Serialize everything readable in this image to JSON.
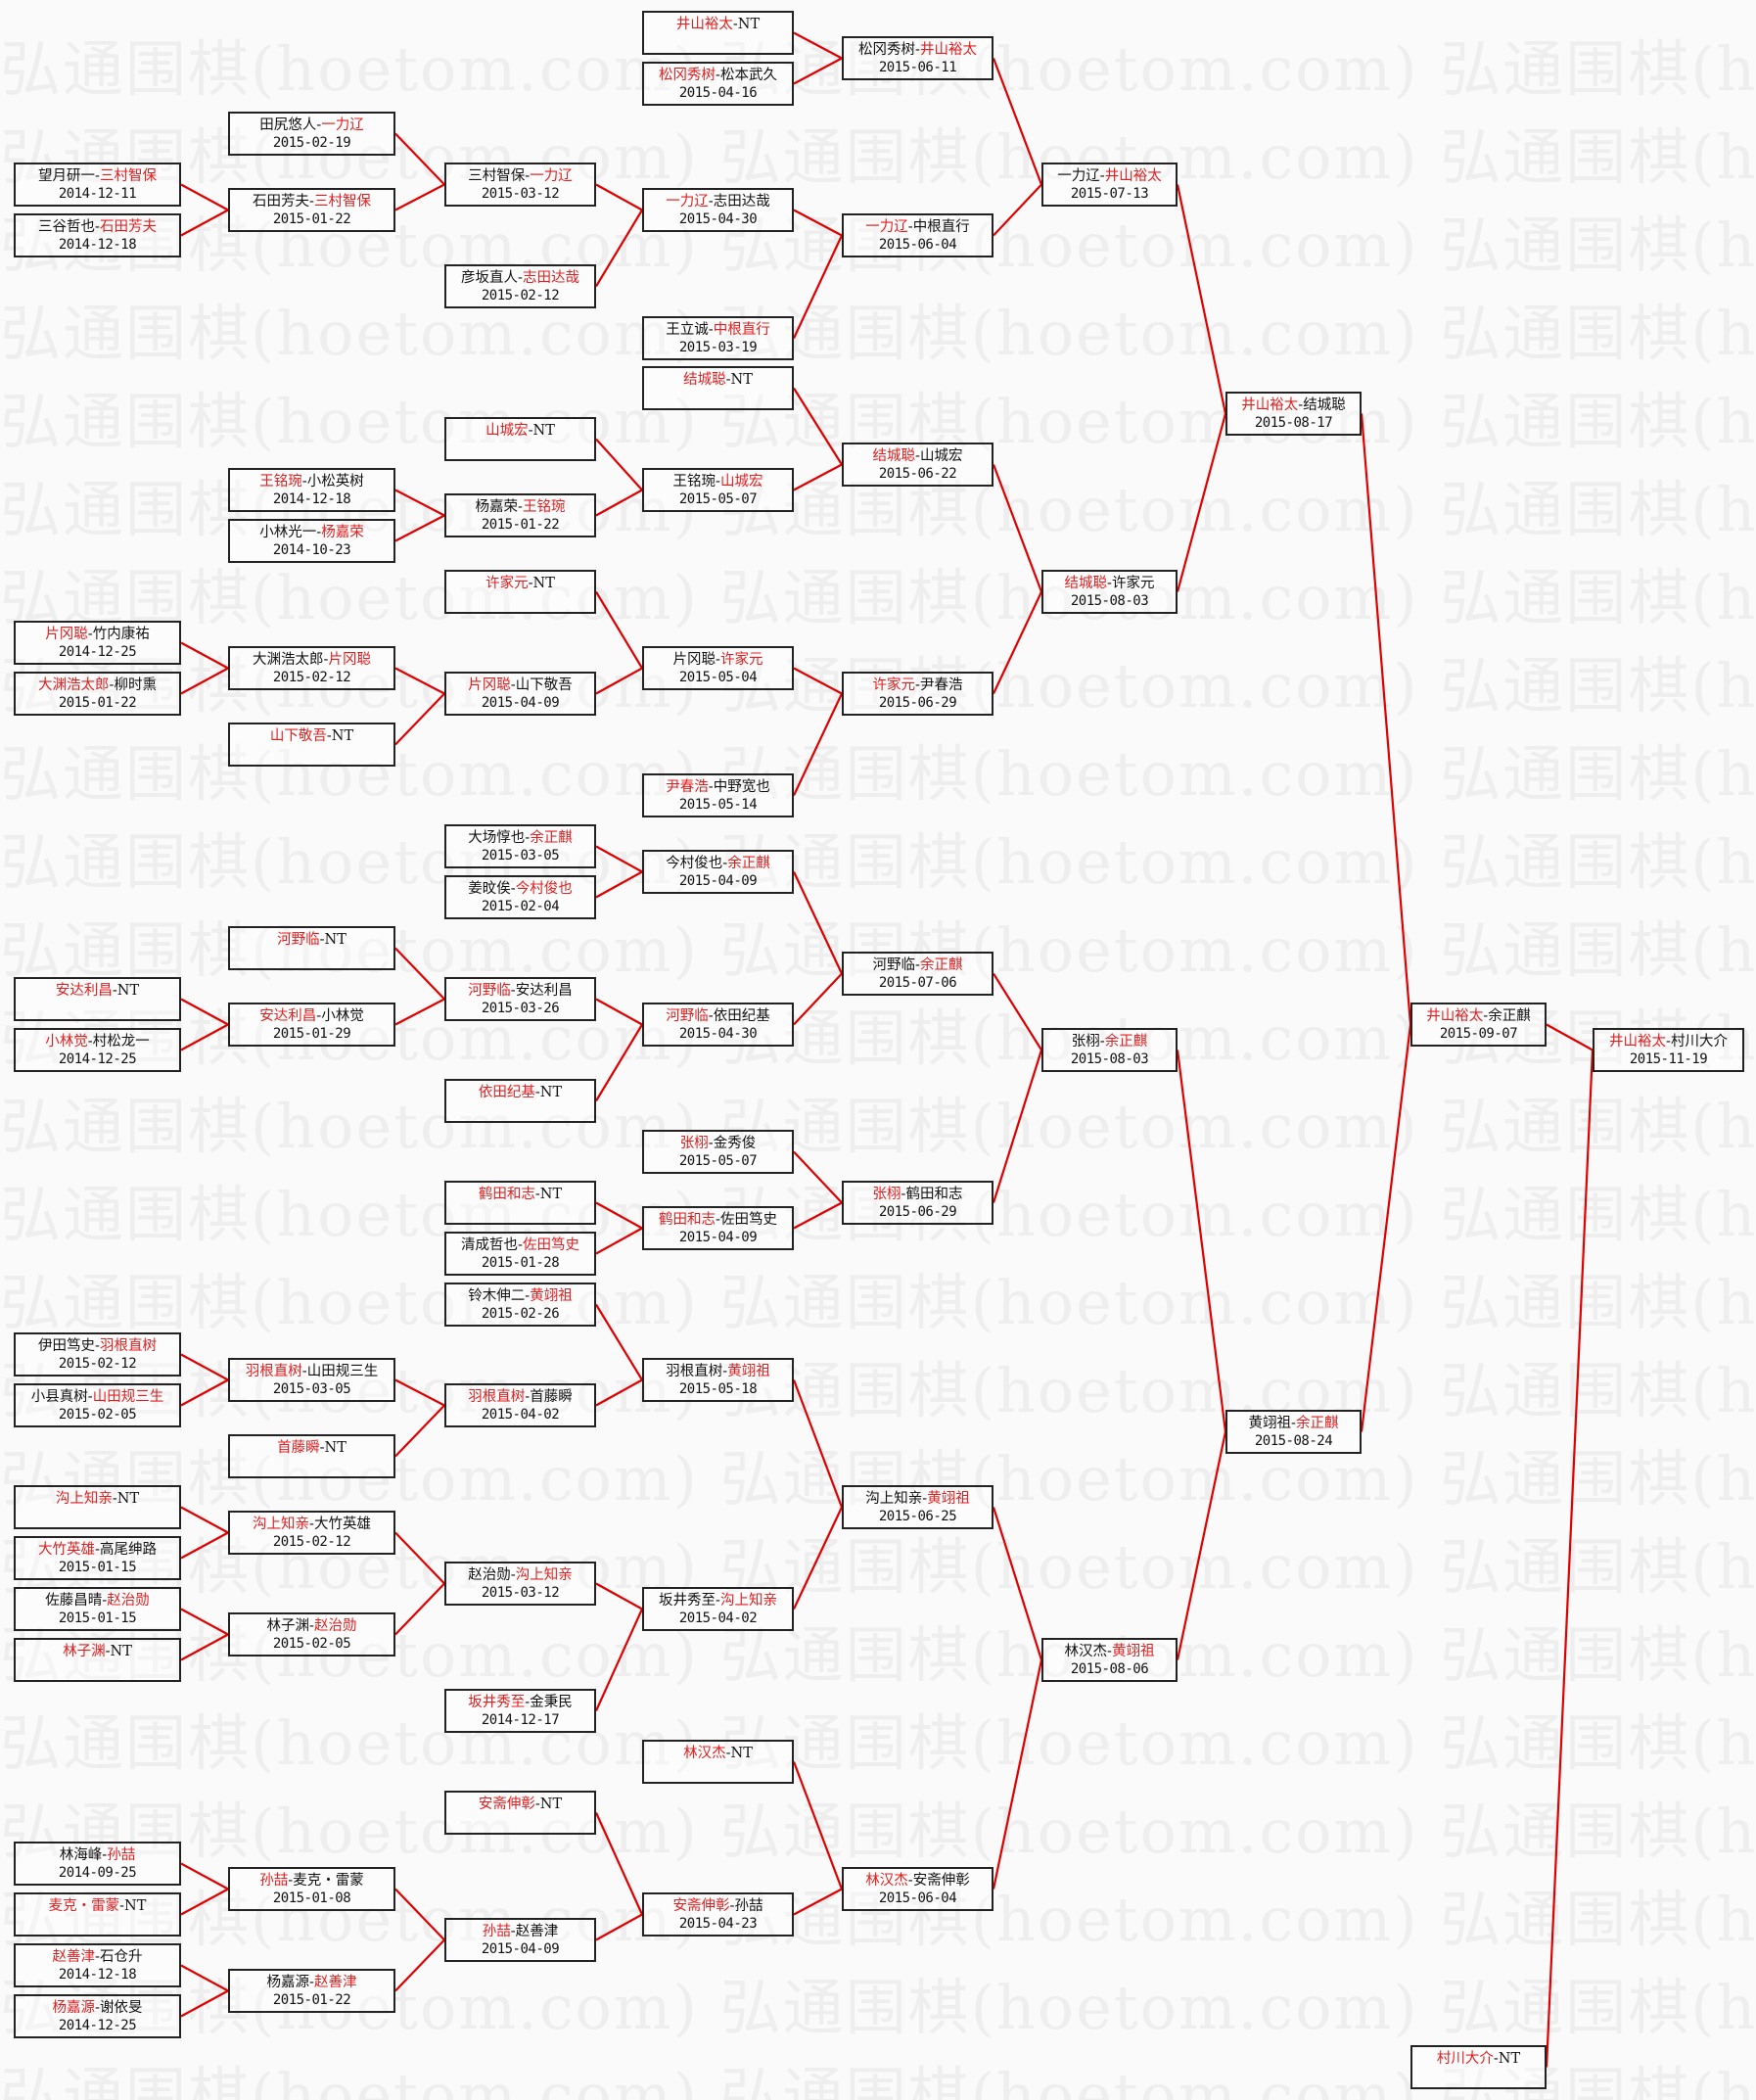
{
  "watermark_text": "弘通围棋(hoetom.com)",
  "colors": {
    "winner": "#e02020",
    "line": "#e00000",
    "border": "#222222",
    "background": "#fafafa",
    "watermark": "#eeeeee"
  },
  "separator": "-",
  "matches": [
    {
      "id": "m0_0",
      "players": [
        "望月研一",
        "三村智保"
      ],
      "winner": 1,
      "date": "2014-12-11",
      "next": "m1_1"
    },
    {
      "id": "m0_1",
      "players": [
        "三谷哲也",
        "石田芳夫"
      ],
      "winner": 1,
      "date": "2014-12-18",
      "next": "m1_1"
    },
    {
      "id": "m0_2",
      "players": [
        "片冈聪",
        "竹内康祐"
      ],
      "winner": 0,
      "date": "2014-12-25",
      "next": "m1_4"
    },
    {
      "id": "m0_3",
      "players": [
        "大渊浩太郎",
        "柳时熏"
      ],
      "winner": 0,
      "date": "2015-01-22",
      "next": "m1_4"
    },
    {
      "id": "m0_4",
      "players": [
        "安达利昌",
        "NT"
      ],
      "winner": 0,
      "date": "",
      "next": "m1_7"
    },
    {
      "id": "m0_5",
      "players": [
        "小林觉",
        "村松龙一"
      ],
      "winner": 0,
      "date": "2014-12-25",
      "next": "m1_7"
    },
    {
      "id": "m0_6",
      "players": [
        "伊田笃史",
        "羽根直树"
      ],
      "winner": 1,
      "date": "2015-02-12",
      "next": "m1_8"
    },
    {
      "id": "m0_7",
      "players": [
        "小县真树",
        "山田规三生"
      ],
      "winner": 1,
      "date": "2015-02-05",
      "next": "m1_8"
    },
    {
      "id": "m0_8",
      "players": [
        "沟上知亲",
        "NT"
      ],
      "winner": 0,
      "date": "",
      "next": "m1_10"
    },
    {
      "id": "m0_9",
      "players": [
        "大竹英雄",
        "高尾绅路"
      ],
      "winner": 0,
      "date": "2015-01-15",
      "next": "m1_10"
    },
    {
      "id": "m0_10",
      "players": [
        "佐藤昌晴",
        "赵治勋"
      ],
      "winner": 1,
      "date": "2015-01-15",
      "next": "m1_11"
    },
    {
      "id": "m0_11",
      "players": [
        "林子渊",
        "NT"
      ],
      "winner": 0,
      "date": "",
      "next": "m1_11"
    },
    {
      "id": "m0_12",
      "players": [
        "林海峰",
        "孙喆"
      ],
      "winner": 1,
      "date": "2014-09-25",
      "next": "m1_12"
    },
    {
      "id": "m0_13",
      "players": [
        "麦克・雷蒙",
        "NT"
      ],
      "winner": 0,
      "date": "",
      "next": "m1_12"
    },
    {
      "id": "m0_14",
      "players": [
        "赵善津",
        "石仓升"
      ],
      "winner": 0,
      "date": "2014-12-18",
      "next": "m1_13"
    },
    {
      "id": "m0_15",
      "players": [
        "杨嘉源",
        "谢依旻"
      ],
      "winner": 0,
      "date": "2014-12-25",
      "next": "m1_13"
    },
    {
      "id": "m1_0",
      "players": [
        "田尻悠人",
        "一力辽"
      ],
      "winner": 1,
      "date": "2015-02-19",
      "next": "m2_0"
    },
    {
      "id": "m1_1",
      "players": [
        "石田芳夫",
        "三村智保"
      ],
      "winner": 1,
      "date": "2015-01-22",
      "next": "m2_0"
    },
    {
      "id": "m1_2",
      "players": [
        "王铭琬",
        "小松英树"
      ],
      "winner": 0,
      "date": "2014-12-18",
      "next": "m2_3"
    },
    {
      "id": "m1_3",
      "players": [
        "小林光一",
        "杨嘉荣"
      ],
      "winner": 1,
      "date": "2014-10-23",
      "next": "m2_3"
    },
    {
      "id": "m1_4",
      "players": [
        "大渊浩太郎",
        "片冈聪"
      ],
      "winner": 1,
      "date": "2015-02-12",
      "next": "m2_5"
    },
    {
      "id": "m1_5",
      "players": [
        "山下敬吾",
        "NT"
      ],
      "winner": 0,
      "date": "",
      "next": "m2_5"
    },
    {
      "id": "m1_6",
      "players": [
        "河野临",
        "NT"
      ],
      "winner": 0,
      "date": "",
      "next": "m2_8"
    },
    {
      "id": "m1_7",
      "players": [
        "安达利昌",
        "小林觉"
      ],
      "winner": 0,
      "date": "2015-01-29",
      "next": "m2_8"
    },
    {
      "id": "m1_8",
      "players": [
        "羽根直树",
        "山田规三生"
      ],
      "winner": 0,
      "date": "2015-03-05",
      "next": "m2_13"
    },
    {
      "id": "m1_9",
      "players": [
        "首藤瞬",
        "NT"
      ],
      "winner": 0,
      "date": "",
      "next": "m2_13"
    },
    {
      "id": "m1_10",
      "players": [
        "沟上知亲",
        "大竹英雄"
      ],
      "winner": 0,
      "date": "2015-02-12",
      "next": "m2_14"
    },
    {
      "id": "m1_11",
      "players": [
        "林子渊",
        "赵治勋"
      ],
      "winner": 1,
      "date": "2015-02-05",
      "next": "m2_14"
    },
    {
      "id": "m1_12",
      "players": [
        "孙喆",
        "麦克・雷蒙"
      ],
      "winner": 0,
      "date": "2015-01-08",
      "next": "m2_17"
    },
    {
      "id": "m1_13",
      "players": [
        "杨嘉源",
        "赵善津"
      ],
      "winner": 1,
      "date": "2015-01-22",
      "next": "m2_17"
    },
    {
      "id": "m2_0",
      "players": [
        "三村智保",
        "一力辽"
      ],
      "winner": 1,
      "date": "2015-03-12",
      "next": "m3_2"
    },
    {
      "id": "m2_1",
      "players": [
        "彦坂直人",
        "志田达哉"
      ],
      "winner": 1,
      "date": "2015-02-12",
      "next": "m3_2"
    },
    {
      "id": "m2_2",
      "players": [
        "山城宏",
        "NT"
      ],
      "winner": 0,
      "date": "",
      "next": "m3_5"
    },
    {
      "id": "m2_3",
      "players": [
        "杨嘉荣",
        "王铭琬"
      ],
      "winner": 1,
      "date": "2015-01-22",
      "next": "m3_5"
    },
    {
      "id": "m2_4",
      "players": [
        "许家元",
        "NT"
      ],
      "winner": 0,
      "date": "",
      "next": "m3_6"
    },
    {
      "id": "m2_5",
      "players": [
        "片冈聪",
        "山下敬吾"
      ],
      "winner": 0,
      "date": "2015-04-09",
      "next": "m3_6"
    },
    {
      "id": "m2_6",
      "players": [
        "大场惇也",
        "余正麒"
      ],
      "winner": 1,
      "date": "2015-03-05",
      "next": "m3_8"
    },
    {
      "id": "m2_7",
      "players": [
        "姜旼俟",
        "今村俊也"
      ],
      "winner": 1,
      "date": "2015-02-04",
      "next": "m3_8"
    },
    {
      "id": "m2_8",
      "players": [
        "河野临",
        "安达利昌"
      ],
      "winner": 0,
      "date": "2015-03-26",
      "next": "m3_9"
    },
    {
      "id": "m2_9",
      "players": [
        "依田纪基",
        "NT"
      ],
      "winner": 0,
      "date": "",
      "next": "m3_9"
    },
    {
      "id": "m2_10",
      "players": [
        "鹤田和志",
        "NT"
      ],
      "winner": 0,
      "date": "",
      "next": "m3_11"
    },
    {
      "id": "m2_11",
      "players": [
        "清成哲也",
        "佐田笃史"
      ],
      "winner": 1,
      "date": "2015-01-28",
      "next": "m3_11"
    },
    {
      "id": "m2_12",
      "players": [
        "铃木伸二",
        "黄翊祖"
      ],
      "winner": 1,
      "date": "2015-02-26",
      "next": "m3_12"
    },
    {
      "id": "m2_13",
      "players": [
        "羽根直树",
        "首藤瞬"
      ],
      "winner": 0,
      "date": "2015-04-02",
      "next": "m3_12"
    },
    {
      "id": "m2_14",
      "players": [
        "赵治勋",
        "沟上知亲"
      ],
      "winner": 1,
      "date": "2015-03-12",
      "next": "m3_13"
    },
    {
      "id": "m2_15",
      "players": [
        "坂井秀至",
        "金秉民"
      ],
      "winner": 0,
      "date": "2014-12-17",
      "next": "m3_13"
    },
    {
      "id": "m2_16",
      "players": [
        "安斋伸彰",
        "NT"
      ],
      "winner": 0,
      "date": "",
      "next": "m3_15"
    },
    {
      "id": "m2_17",
      "players": [
        "孙喆",
        "赵善津"
      ],
      "winner": 0,
      "date": "2015-04-09",
      "next": "m3_15"
    },
    {
      "id": "m3_0",
      "players": [
        "井山裕太",
        "NT"
      ],
      "winner": 0,
      "date": "",
      "next": "m4_0"
    },
    {
      "id": "m3_1",
      "players": [
        "松冈秀树",
        "松本武久"
      ],
      "winner": 0,
      "date": "2015-04-16",
      "next": "m4_0"
    },
    {
      "id": "m3_2",
      "players": [
        "一力辽",
        "志田达哉"
      ],
      "winner": 0,
      "date": "2015-04-30",
      "next": "m4_1"
    },
    {
      "id": "m3_3",
      "players": [
        "王立诚",
        "中根直行"
      ],
      "winner": 1,
      "date": "2015-03-19",
      "next": "m4_1"
    },
    {
      "id": "m3_4",
      "players": [
        "结城聪",
        "NT"
      ],
      "winner": 0,
      "date": "",
      "next": "m4_2"
    },
    {
      "id": "m3_5",
      "players": [
        "王铭琬",
        "山城宏"
      ],
      "winner": 1,
      "date": "2015-05-07",
      "next": "m4_2"
    },
    {
      "id": "m3_6",
      "players": [
        "片冈聪",
        "许家元"
      ],
      "winner": 1,
      "date": "2015-05-04",
      "next": "m4_3"
    },
    {
      "id": "m3_7",
      "players": [
        "尹春浩",
        "中野宽也"
      ],
      "winner": 0,
      "date": "2015-05-14",
      "next": "m4_3"
    },
    {
      "id": "m3_8",
      "players": [
        "今村俊也",
        "余正麒"
      ],
      "winner": 1,
      "date": "2015-04-09",
      "next": "m4_4"
    },
    {
      "id": "m3_9",
      "players": [
        "河野临",
        "依田纪基"
      ],
      "winner": 0,
      "date": "2015-04-30",
      "next": "m4_4"
    },
    {
      "id": "m3_10",
      "players": [
        "张栩",
        "金秀俊"
      ],
      "winner": 0,
      "date": "2015-05-07",
      "next": "m4_5"
    },
    {
      "id": "m3_11",
      "players": [
        "鹤田和志",
        "佐田笃史"
      ],
      "winner": 0,
      "date": "2015-04-09",
      "next": "m4_5"
    },
    {
      "id": "m3_12",
      "players": [
        "羽根直树",
        "黄翊祖"
      ],
      "winner": 1,
      "date": "2015-05-18",
      "next": "m4_6"
    },
    {
      "id": "m3_13",
      "players": [
        "坂井秀至",
        "沟上知亲"
      ],
      "winner": 1,
      "date": "2015-04-02",
      "next": "m4_6"
    },
    {
      "id": "m3_14",
      "players": [
        "林汉杰",
        "NT"
      ],
      "winner": 0,
      "date": "",
      "next": "m4_7"
    },
    {
      "id": "m3_15",
      "players": [
        "安斋伸彰",
        "孙喆"
      ],
      "winner": 0,
      "date": "2015-04-23",
      "next": "m4_7"
    },
    {
      "id": "m4_0",
      "players": [
        "松冈秀树",
        "井山裕太"
      ],
      "winner": 1,
      "date": "2015-06-11",
      "next": "m5_0"
    },
    {
      "id": "m4_1",
      "players": [
        "一力辽",
        "中根直行"
      ],
      "winner": 0,
      "date": "2015-06-04",
      "next": "m5_0"
    },
    {
      "id": "m4_2",
      "players": [
        "结城聪",
        "山城宏"
      ],
      "winner": 0,
      "date": "2015-06-22",
      "next": "m5_1"
    },
    {
      "id": "m4_3",
      "players": [
        "许家元",
        "尹春浩"
      ],
      "winner": 0,
      "date": "2015-06-29",
      "next": "m5_1"
    },
    {
      "id": "m4_4",
      "players": [
        "河野临",
        "余正麒"
      ],
      "winner": 1,
      "date": "2015-07-06",
      "next": "m5_2"
    },
    {
      "id": "m4_5",
      "players": [
        "张栩",
        "鹤田和志"
      ],
      "winner": 0,
      "date": "2015-06-29",
      "next": "m5_2"
    },
    {
      "id": "m4_6",
      "players": [
        "沟上知亲",
        "黄翊祖"
      ],
      "winner": 1,
      "date": "2015-06-25",
      "next": "m5_3"
    },
    {
      "id": "m4_7",
      "players": [
        "林汉杰",
        "安斋伸彰"
      ],
      "winner": 0,
      "date": "2015-06-04",
      "next": "m5_3"
    },
    {
      "id": "m5_0",
      "players": [
        "一力辽",
        "井山裕太"
      ],
      "winner": 1,
      "date": "2015-07-13",
      "next": "m6_0"
    },
    {
      "id": "m5_1",
      "players": [
        "结城聪",
        "许家元"
      ],
      "winner": 0,
      "date": "2015-08-03",
      "next": "m6_0"
    },
    {
      "id": "m5_2",
      "players": [
        "张栩",
        "余正麒"
      ],
      "winner": 1,
      "date": "2015-08-03",
      "next": "m6_1"
    },
    {
      "id": "m5_3",
      "players": [
        "林汉杰",
        "黄翊祖"
      ],
      "winner": 1,
      "date": "2015-08-06",
      "next": "m6_1"
    },
    {
      "id": "m6_0",
      "players": [
        "井山裕太",
        "结城聪"
      ],
      "winner": 0,
      "date": "2015-08-17",
      "next": "m7_0"
    },
    {
      "id": "m6_1",
      "players": [
        "黄翊祖",
        "余正麒"
      ],
      "winner": 1,
      "date": "2015-08-24",
      "next": "m7_0"
    },
    {
      "id": "m7_0",
      "players": [
        "井山裕太",
        "余正麒"
      ],
      "winner": 0,
      "date": "2015-09-07",
      "next": "m8_0"
    },
    {
      "id": "m7_1",
      "players": [
        "村川大介",
        "NT"
      ],
      "winner": 0,
      "date": "",
      "next": "m8_0"
    },
    {
      "id": "m8_0",
      "players": [
        "井山裕太",
        "村川大介"
      ],
      "winner": 0,
      "date": "2015-11-19",
      "next": ""
    }
  ]
}
